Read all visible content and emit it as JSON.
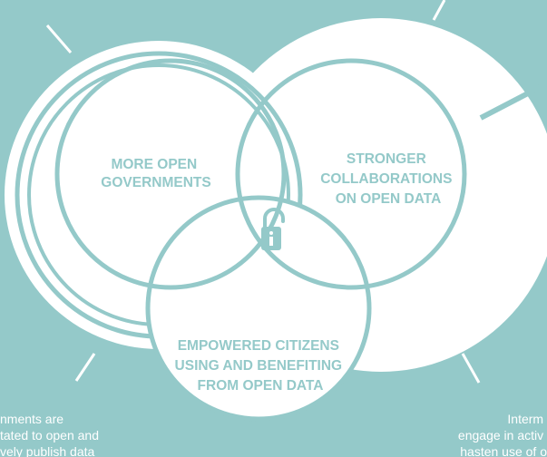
{
  "diagram": {
    "circles": {
      "top_left": [
        "MORE OPEN",
        "GOVERNMENTS"
      ],
      "top_right": [
        "STRONGER",
        "COLLABORATIONS",
        "ON OPEN DATA"
      ],
      "bottom": [
        "EMPOWERED CITIZENS",
        "USING AND BENEFITING",
        "FROM OPEN DATA"
      ]
    },
    "center_icon": "open-padlock-info-icon",
    "side_notes": {
      "left": [
        "nments are",
        "tated to open and",
        "vely publish data"
      ],
      "right": [
        "Interm",
        "engage in activ",
        "hasten use of o"
      ]
    },
    "colors": {
      "background": "#94c9c9",
      "circle_fill": "#ffffff",
      "accent": "#94c9c9",
      "label": "#94c9c9"
    }
  }
}
